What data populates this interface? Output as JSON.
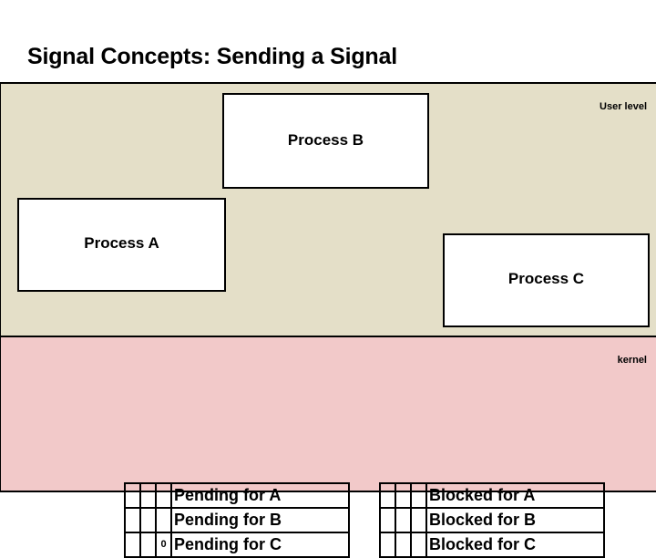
{
  "slide": {
    "title": "Signal Concepts: Sending a Signal"
  },
  "colors": {
    "user_level_background": "#e4dfc8",
    "kernel_background": "#f2c9c9",
    "process_box_background": "#ffffff",
    "border": "#000000",
    "text": "#000000"
  },
  "diagram": {
    "zones": {
      "user": {
        "label": "User level"
      },
      "kernel": {
        "label": "kernel"
      }
    },
    "processes": [
      {
        "id": "process-b",
        "label": "Process B"
      },
      {
        "id": "process-a",
        "label": "Process A"
      },
      {
        "id": "process-c",
        "label": "Process C"
      }
    ],
    "tables": {
      "pending": {
        "name": "pending",
        "rows": [
          {
            "bits": [
              "",
              "",
              ""
            ],
            "label": "Pending for A"
          },
          {
            "bits": [
              "",
              "",
              ""
            ],
            "label": "Pending for B"
          },
          {
            "bits": [
              "",
              "",
              "0"
            ],
            "label": "Pending for C"
          }
        ]
      },
      "blocked": {
        "name": "blocked",
        "rows": [
          {
            "bits": [
              "",
              "",
              ""
            ],
            "label": "Blocked for A"
          },
          {
            "bits": [
              "",
              "",
              ""
            ],
            "label": "Blocked for B"
          },
          {
            "bits": [
              "",
              "",
              ""
            ],
            "label": "Blocked for C"
          }
        ]
      }
    }
  }
}
